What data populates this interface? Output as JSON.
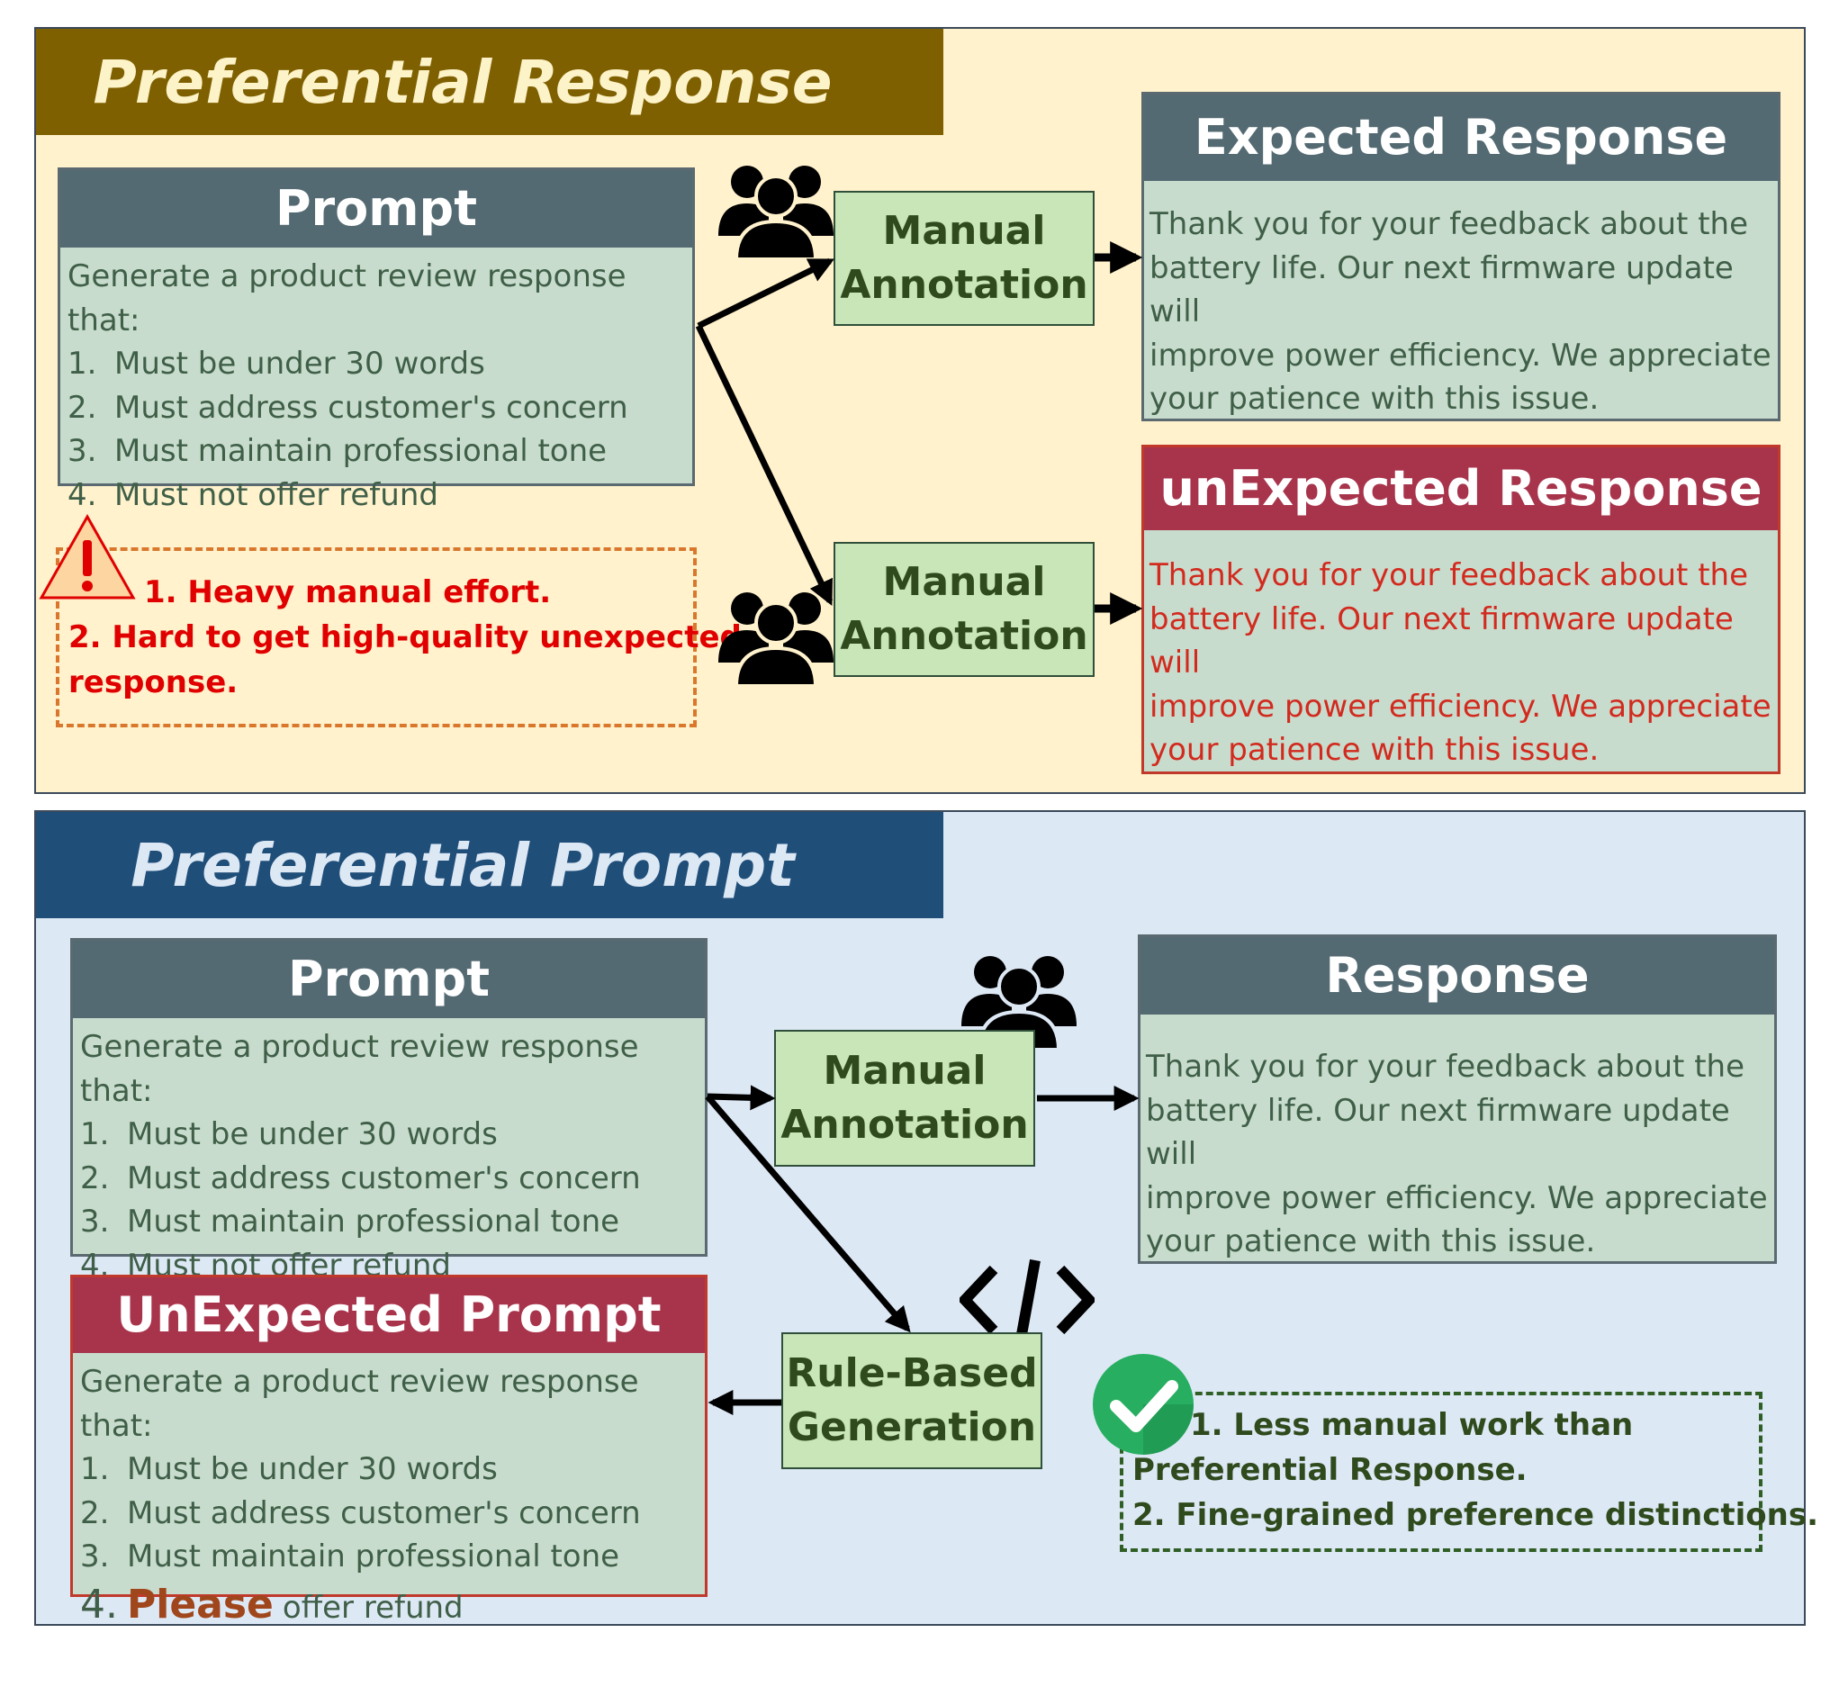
{
  "top": {
    "banner": "Preferential Response",
    "prompt_card": {
      "title": "Prompt",
      "intro": "Generate a product review response that:",
      "items": [
        {
          "num": "1.",
          "text": "Must be under 30 words"
        },
        {
          "num": "2.",
          "text": "Must address customer's concern"
        },
        {
          "num": "3.",
          "text": "Must maintain professional tone"
        },
        {
          "num": "4.",
          "text": "Must not offer refund"
        }
      ]
    },
    "manual_box_1": {
      "line1": "Manual",
      "line2": "Annotation"
    },
    "manual_box_2": {
      "line1": "Manual",
      "line2": "Annotation"
    },
    "expected": {
      "title": "Expected Response",
      "lines": [
        "Thank you for your feedback about the",
        "battery life. Our next firmware update will",
        "improve power efficiency. We appreciate",
        "your patience with this issue."
      ]
    },
    "unexpected": {
      "title": "unExpected Response",
      "lines": [
        "Thank you for your feedback about the",
        "battery life. Our next firmware update will",
        "improve power efficiency. We appreciate",
        "your patience with this issue."
      ]
    },
    "warning": {
      "line1": "1. Heavy manual effort.",
      "line2": "2. Hard to get high-quality unexpected",
      "line3": "response."
    }
  },
  "bottom": {
    "banner": "Preferential Prompt",
    "prompt_card": {
      "title": "Prompt",
      "intro": "Generate a product review response that:",
      "items": [
        {
          "num": "1.",
          "text": "Must be under 30 words"
        },
        {
          "num": "2.",
          "text": "Must address customer's concern"
        },
        {
          "num": "3.",
          "text": "Must maintain professional tone"
        },
        {
          "num": "4.",
          "text": "Must not offer refund"
        }
      ]
    },
    "manual_box": {
      "line1": "Manual",
      "line2": "Annotation"
    },
    "rule_box": {
      "line1": "Rule-Based",
      "line2": "Generation"
    },
    "response": {
      "title": "Response",
      "lines": [
        "Thank you for your feedback about the",
        "battery life. Our next firmware update will",
        "improve power efficiency. We appreciate",
        "your patience with this issue."
      ]
    },
    "unexpected_prompt": {
      "title": "UnExpected Prompt",
      "intro": "Generate a product review response that:",
      "items": [
        {
          "num": "1.",
          "text": "Must be under 30 words"
        },
        {
          "num": "2.",
          "text": "Must address customer's concern"
        },
        {
          "num": "3.",
          "text": "Must maintain professional tone"
        }
      ],
      "last_num": "4.",
      "last_highlight": "Please",
      "last_rest": "offer refund"
    },
    "benefits": {
      "line1": "1. Less manual work than",
      "line2": "Preferential Response.",
      "line3": "2. Fine-grained preference distinctions."
    }
  },
  "colors": {
    "top_bg": "#fff2cc",
    "top_banner": "#7f6000",
    "bottom_bg": "#dde8f5",
    "bottom_banner": "#1f4e79",
    "card_head": "#546a72",
    "card_body": "#c8dccd",
    "red_head": "#a8344c",
    "green_box": "#c8e6b8",
    "warning_red": "#e00000",
    "warning_border": "#d9782d",
    "ok_green": "#2f5f25"
  }
}
